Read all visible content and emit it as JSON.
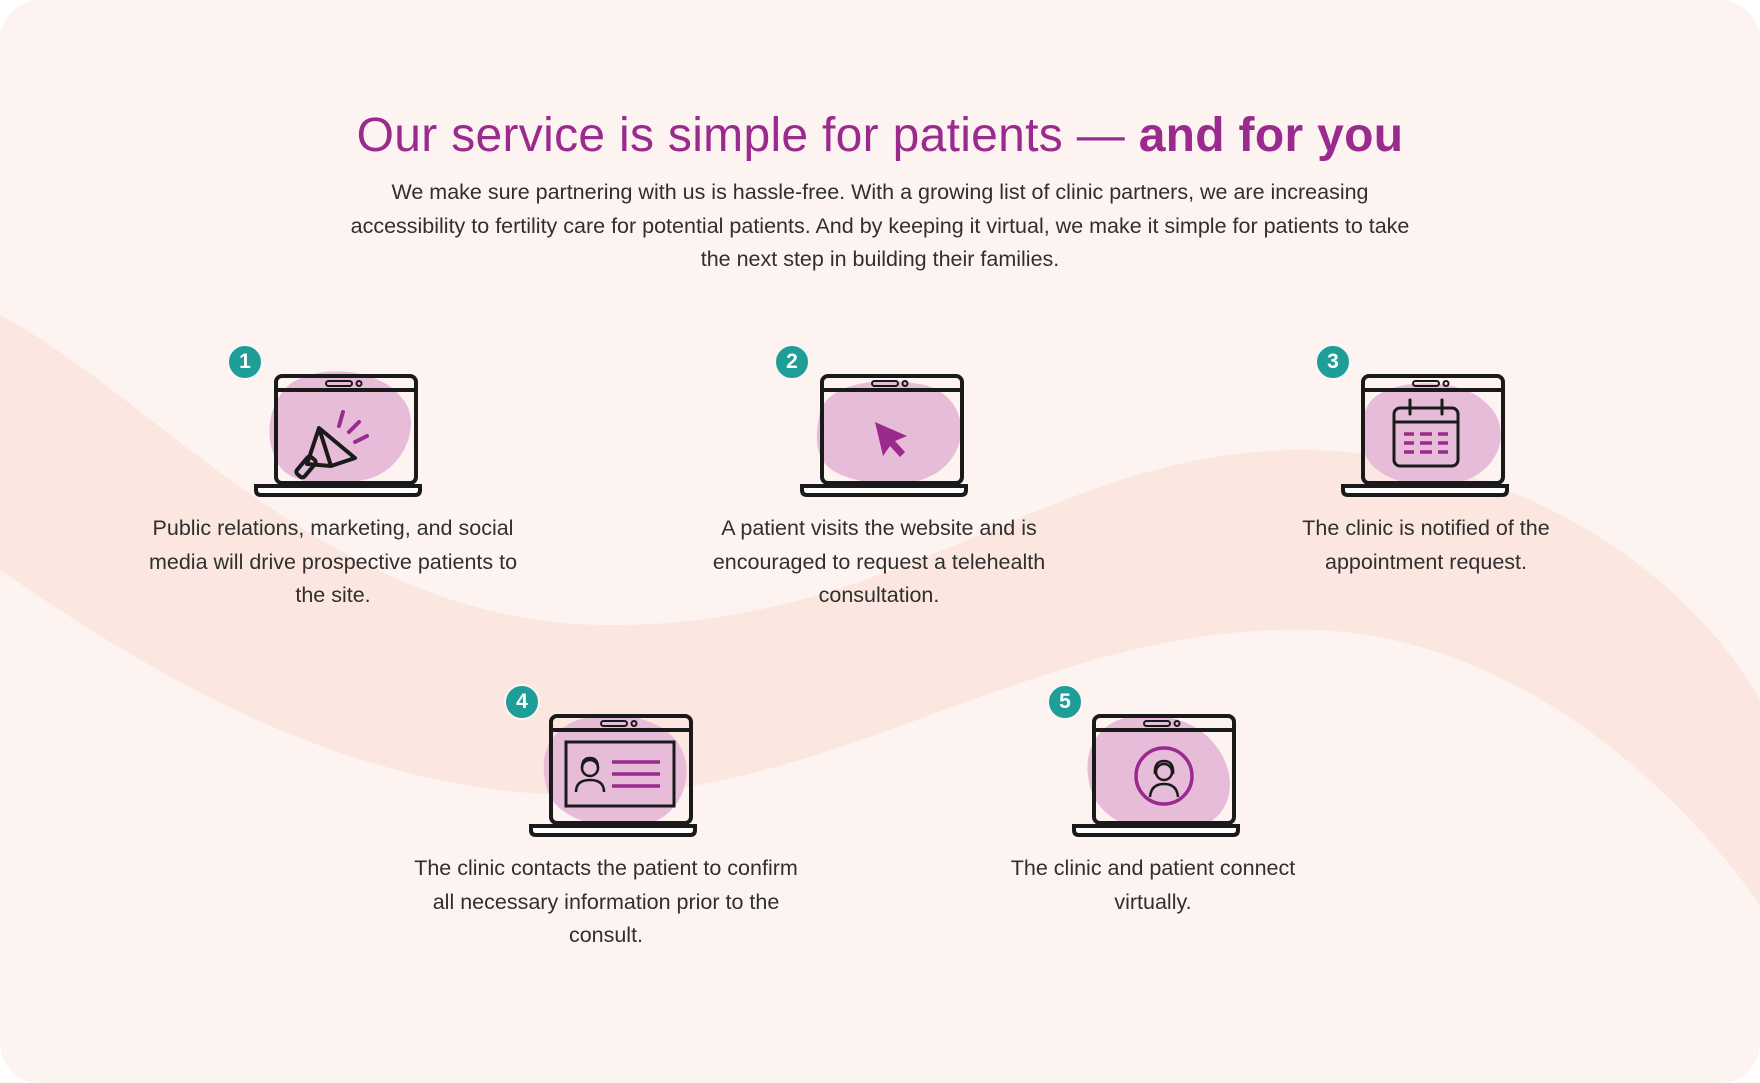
{
  "heading": {
    "regular": "Our service is simple for patients — ",
    "bold": "and for you"
  },
  "intro": "We make sure partnering with us is hassle-free. With a growing list of clinic partners, we are increasing accessibility to fertility care for potential patients. And by keeping it virtual, we make it simple for patients to take the next step in building their families.",
  "steps": [
    {
      "number": "1",
      "icon": "megaphone-icon",
      "text": "Public relations, marketing, and social media will drive prospective patients to the site."
    },
    {
      "number": "2",
      "icon": "cursor-icon",
      "text": "A patient visits the website and is encouraged to request a telehealth consultation."
    },
    {
      "number": "3",
      "icon": "calendar-icon",
      "text": "The clinic is notified of the appointment request."
    },
    {
      "number": "4",
      "icon": "patient-profile-icon",
      "text": "The clinic contacts the patient to confirm all necessary information prior to the consult."
    },
    {
      "number": "5",
      "icon": "video-call-icon",
      "text": "The clinic and patient connect virtually."
    }
  ],
  "colors": {
    "background": "#fdf3f1",
    "wave": "#fbe6de",
    "accent": "#9b2a8e",
    "badge": "#1f9d99",
    "blob": "#e6bcd9"
  }
}
